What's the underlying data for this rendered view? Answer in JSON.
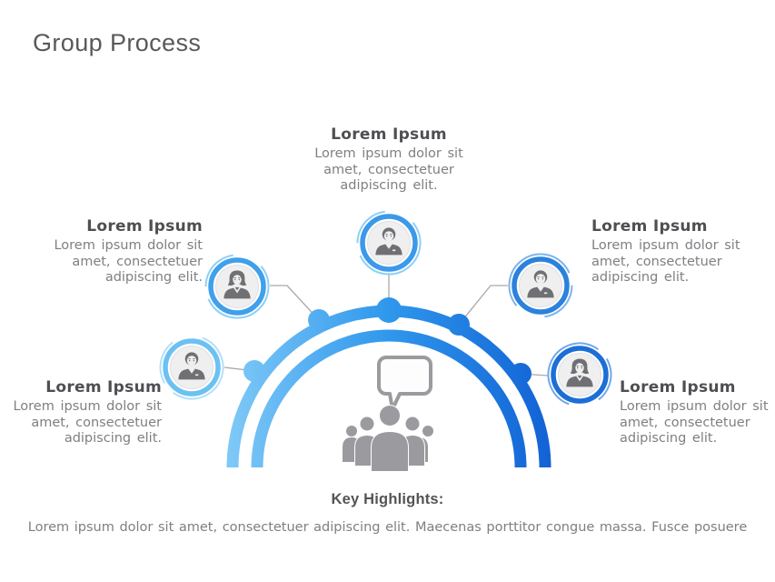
{
  "slide": {
    "title": "Group Process"
  },
  "nodes": [
    {
      "position": "top",
      "heading": "Lorem Ipsum",
      "body": "Lorem ipsum dolor sit amet, consectetuer adipiscing elit.",
      "icon": "male-user-icon",
      "ring_color": "#3c99e9",
      "accent_color": "#8ed0f7"
    },
    {
      "position": "upper-left",
      "heading": "Lorem Ipsum",
      "body": "Lorem ipsum dolor sit amet, consectetuer adipiscing elit.",
      "icon": "female-user-icon",
      "ring_color": "#3fa0eb",
      "accent_color": "#8ed0f7"
    },
    {
      "position": "upper-right",
      "heading": "Lorem Ipsum",
      "body": "Lorem ipsum dolor sit amet, consectetuer adipiscing elit.",
      "icon": "male-user-icon",
      "ring_color": "#2b82dc",
      "accent_color": "#7db5ec"
    },
    {
      "position": "lower-left",
      "heading": "Lorem Ipsum",
      "body": "Lorem ipsum dolor sit amet, consectetuer adipiscing elit.",
      "icon": "male-user-icon",
      "ring_color": "#6cc1f3",
      "accent_color": "#b3dffa"
    },
    {
      "position": "lower-right",
      "heading": "Lorem Ipsum",
      "body": "Lorem ipsum dolor sit amet, consectetuer adipiscing elit.",
      "icon": "female-user-icon",
      "ring_color": "#1c6fd6",
      "accent_color": "#6fa9e9"
    }
  ],
  "arc": {
    "gradient_start": "#7fc9f7",
    "gradient_mid": "#2f97ec",
    "gradient_end": "#1262d5"
  },
  "center_icon": "group-discussion-icon",
  "highlights": {
    "heading": "Key Highlights:",
    "body": "Lorem ipsum dolor sit amet, consectetuer adipiscing elit. Maecenas porttitor congue massa. Fusce posuere"
  },
  "palette": {
    "title_color": "#595959",
    "heading_color": "#4f4f53",
    "body_color": "#7f7f84",
    "connector_color": "#a9a9ad",
    "icon_gray": "#9b9b9f"
  }
}
